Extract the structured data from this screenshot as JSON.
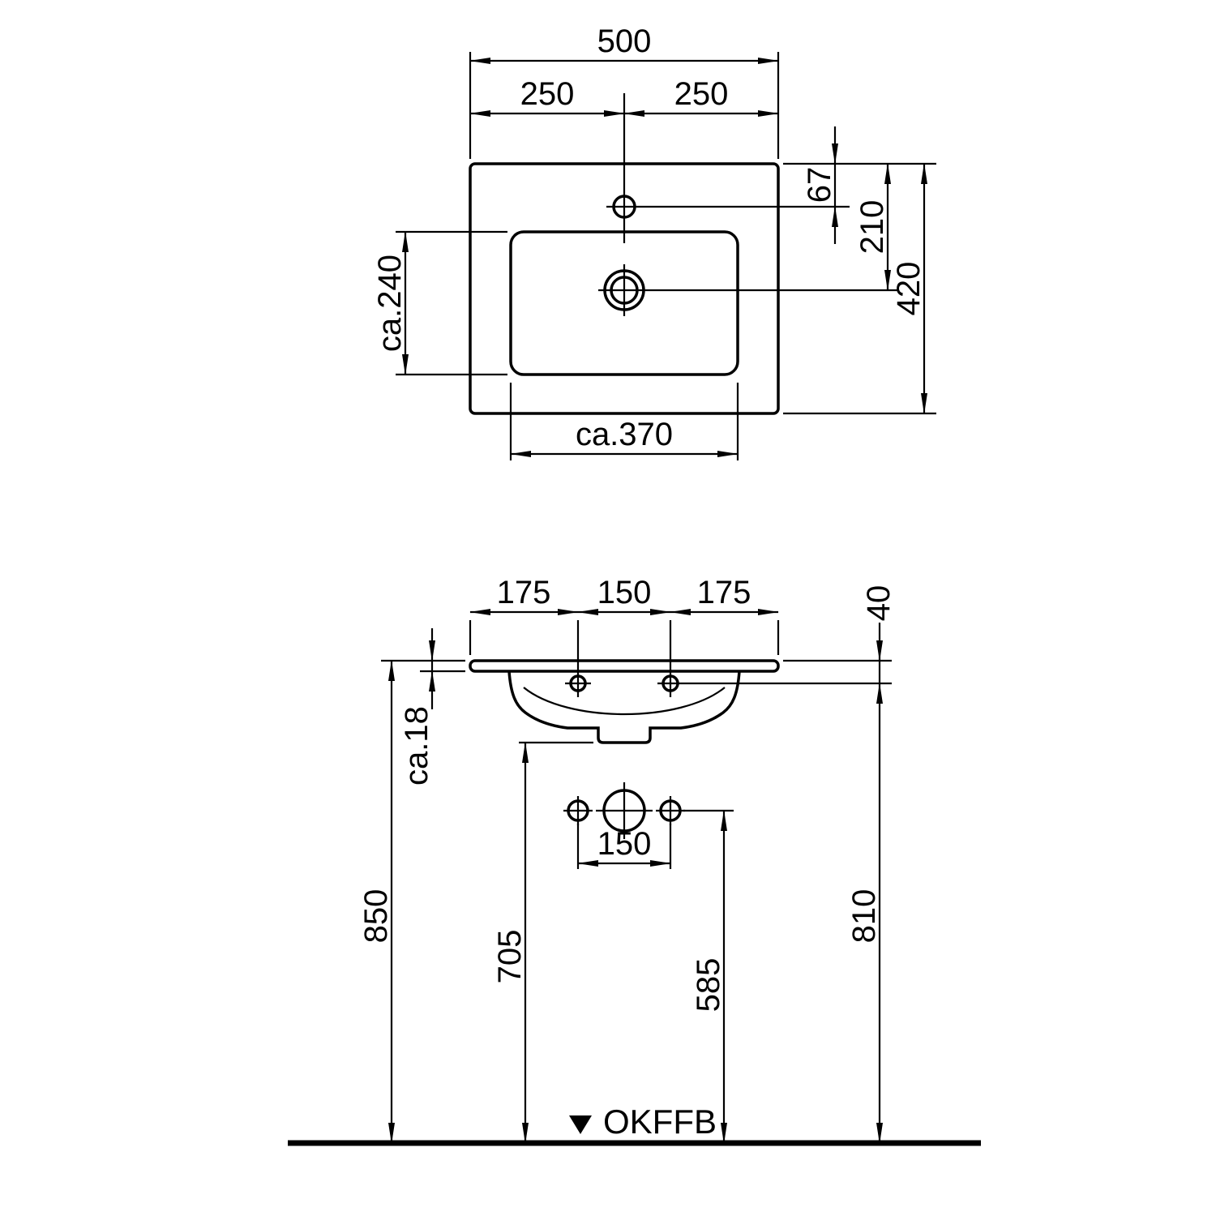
{
  "top": {
    "total_width": "500",
    "left_half": "250",
    "right_half": "250",
    "tap_hole_offset": "67",
    "drain_center_offset": "210",
    "total_depth": "420",
    "basin_inner_depth": "ca.240",
    "basin_inner_width": "ca.370"
  },
  "front": {
    "tap_left_offset": "175",
    "tap_spacing": "150",
    "tap_right_offset": "175",
    "rim_to_tap_axis": "40",
    "rim_thickness": "ca.18",
    "rim_height": "850",
    "underside_height": "705",
    "drain_center_height": "585",
    "tap_axis_height": "810",
    "wall_hole_spacing": "150",
    "floor_label": "OKFFB"
  },
  "colors": {
    "line": "#000000",
    "background": "#ffffff"
  }
}
